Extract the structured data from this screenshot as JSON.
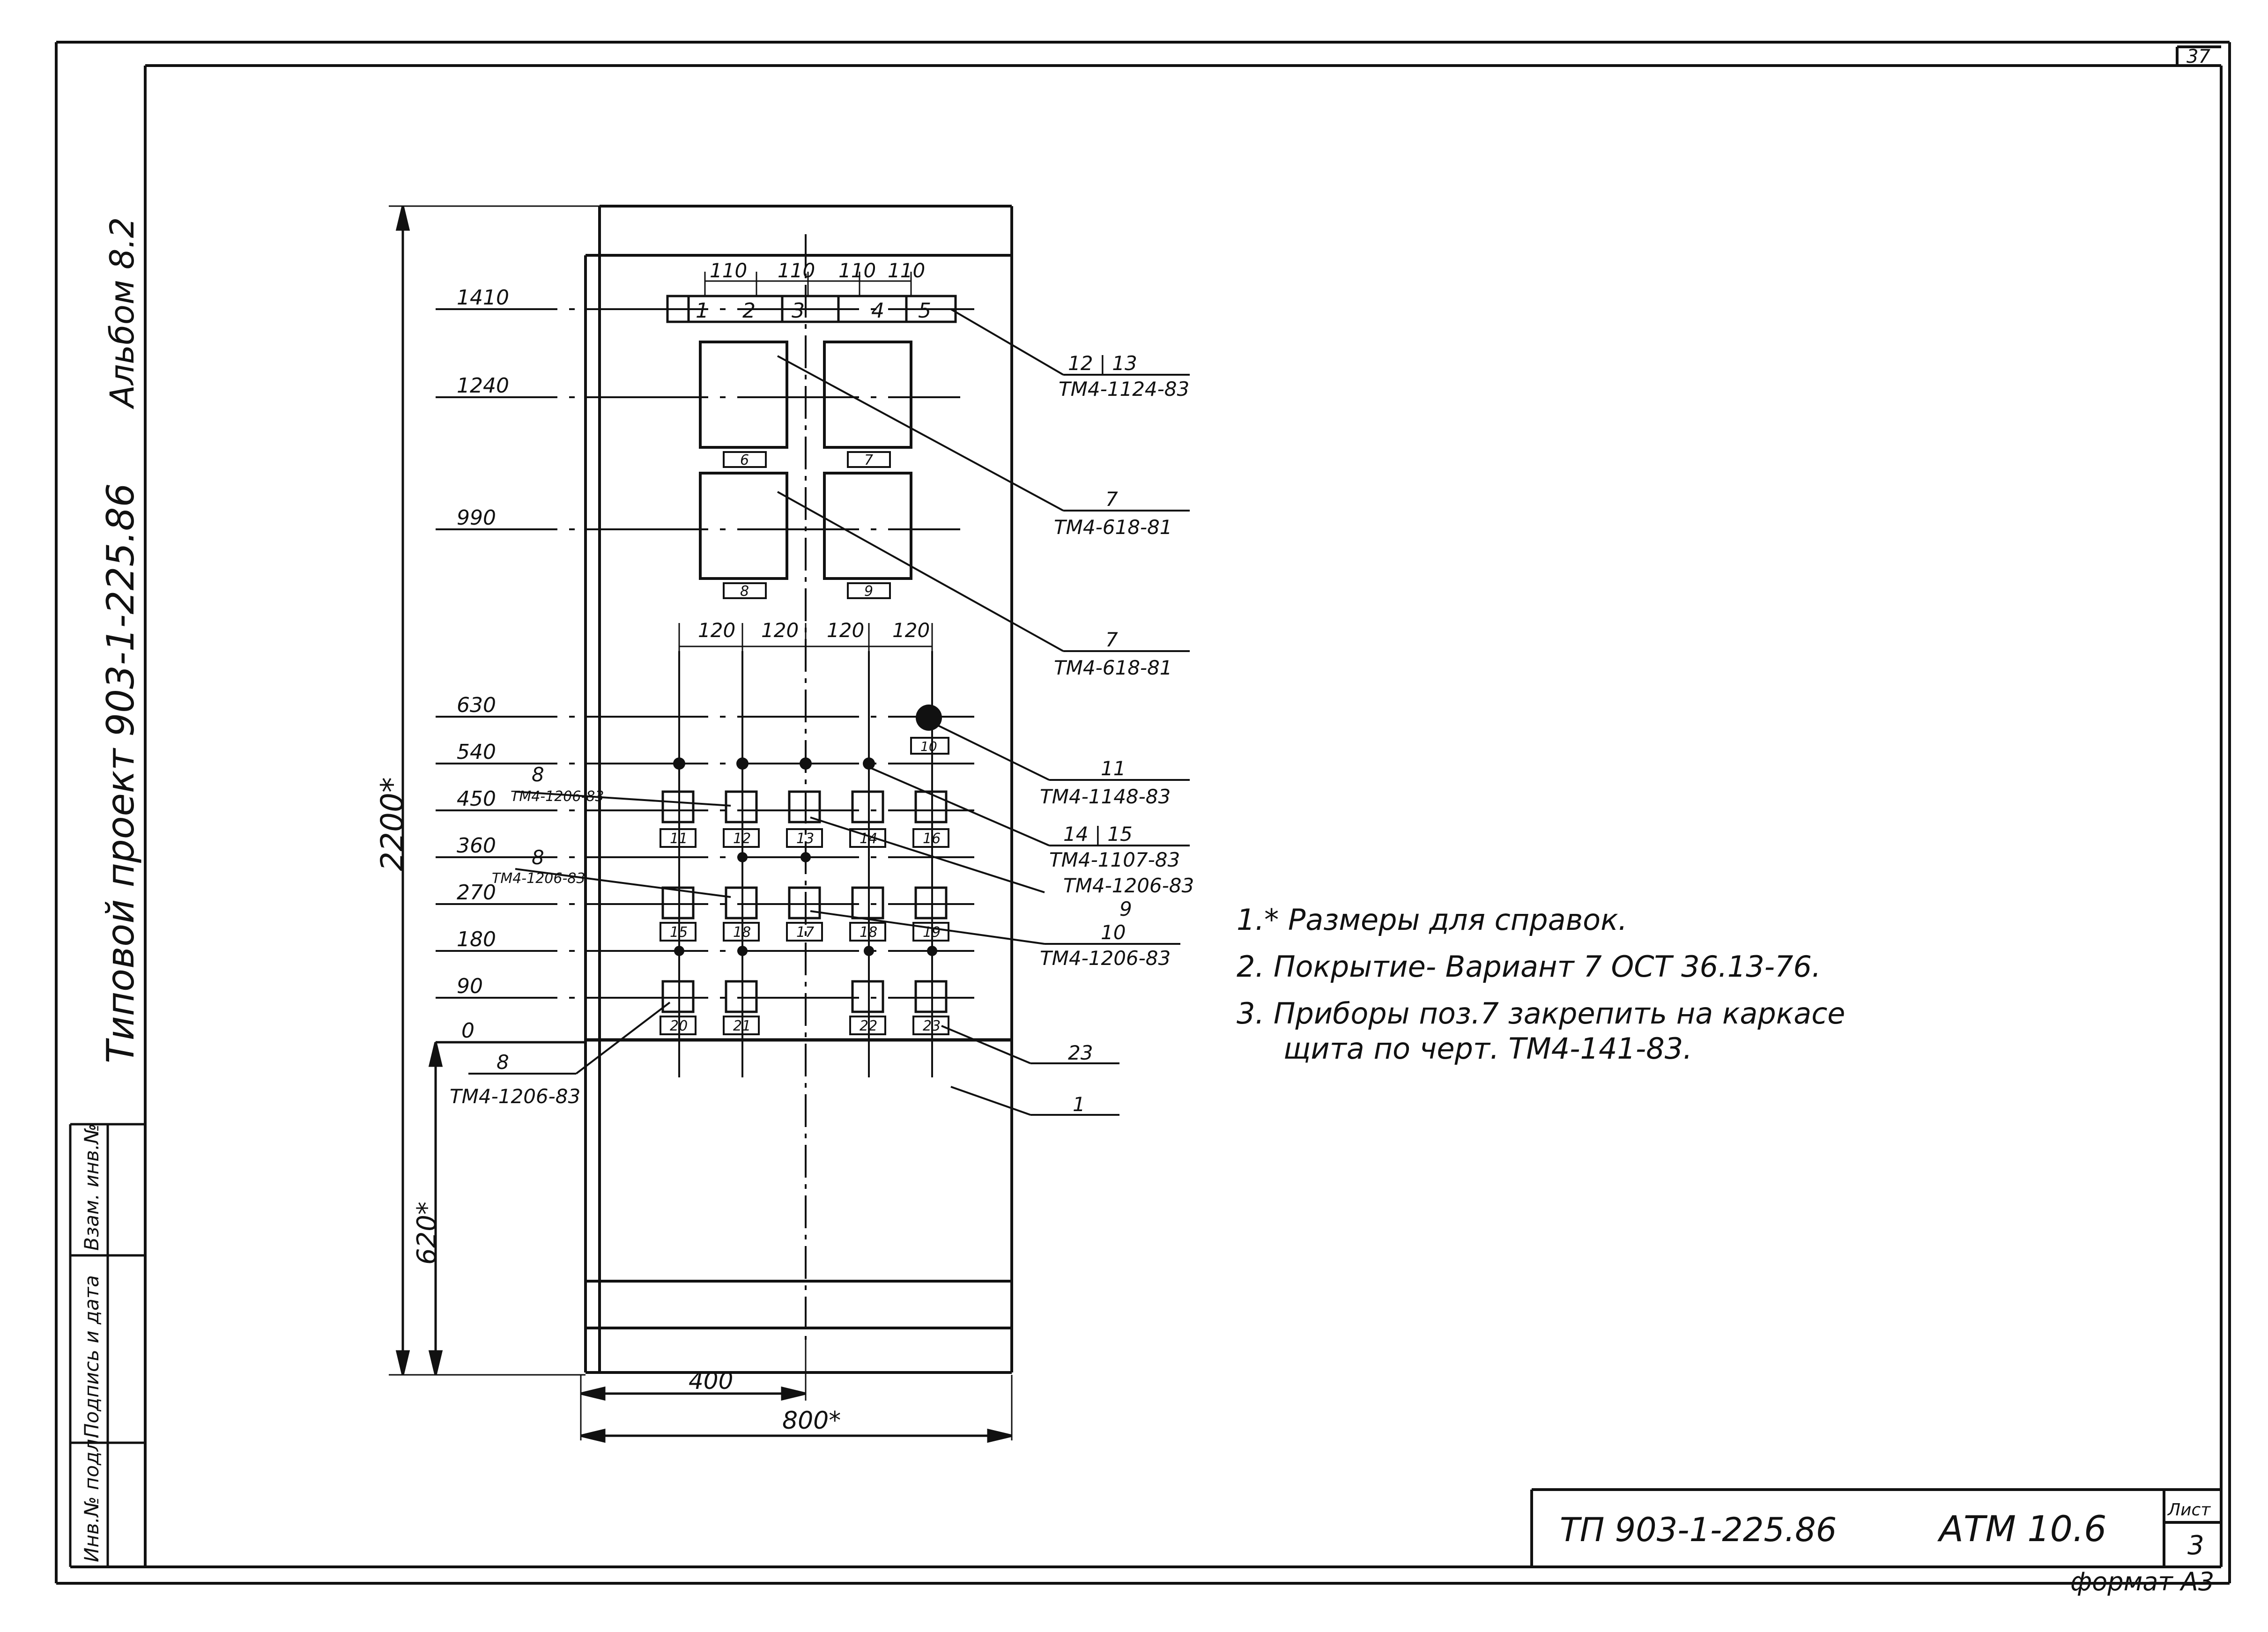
{
  "sheet": {
    "corner_number": "37",
    "album": "Альбом 8.2",
    "project": "Типовой проект 903-1-225.86",
    "side_stamp": [
      "Инв.№ подл.",
      "Подпись и дата",
      "Взам. инв.№"
    ],
    "doc_code": "ТП 903-1-225.86",
    "drawing_code": "АТМ 10.6",
    "sheet_label": "Лист",
    "sheet_number": "3",
    "format": "формат А3"
  },
  "elevations": [
    "1410",
    "1240",
    "990",
    "630",
    "540",
    "450",
    "360",
    "270",
    "180",
    "90",
    "0"
  ],
  "dims": {
    "overall_height": "2200*",
    "lower_height": "620*",
    "half_width": "400",
    "overall_width": "800*",
    "top_spacing": [
      "110",
      "110",
      "110",
      "110"
    ],
    "mid_spacing": [
      "120",
      "120",
      "120",
      "120"
    ]
  },
  "terminal_labels": [
    "1",
    "2",
    "3",
    "4",
    "5"
  ],
  "instrument_tags": [
    "6",
    "7",
    "8",
    "9"
  ],
  "lamp_tag": "10",
  "row1_tags": [
    "11",
    "12",
    "13",
    "14",
    "16"
  ],
  "row2_tags": [
    "15",
    "18",
    "17",
    "18",
    "19"
  ],
  "row3_tags": [
    "20",
    "21",
    "22",
    "23"
  ],
  "callouts": {
    "c1": {
      "num": "12 | 13",
      "ref": "ТМ4-1124-83"
    },
    "c2": {
      "num": "7",
      "ref": "ТМ4-618-81"
    },
    "c3": {
      "num": "7",
      "ref": "ТМ4-618-81"
    },
    "c4": {
      "num": "11",
      "ref": "ТМ4-1148-83"
    },
    "c5": {
      "num": "14 | 15",
      "ref": "ТМ4-1107-83"
    },
    "c6": {
      "ref": "ТМ4-1206-83",
      "num": "9"
    },
    "c7": {
      "num": "10",
      "ref": "ТМ4-1206-83"
    },
    "c8": {
      "num": "23"
    },
    "c9": {
      "num": "1"
    },
    "l1": {
      "num": "8",
      "ref": "ТМ4-1206-83"
    },
    "l2": {
      "num": "8",
      "ref": "ТМ4-1206-83"
    },
    "l3": {
      "num": "8",
      "ref": "ТМ4-1206-83"
    }
  },
  "notes": [
    "1.* Размеры для справок.",
    "2. Покрытие- Вариант 7 ОСТ 36.13-76.",
    "3. Приборы поз.7 закрепить на каркасе",
    "щита по черт. ТМ4-141-83."
  ]
}
